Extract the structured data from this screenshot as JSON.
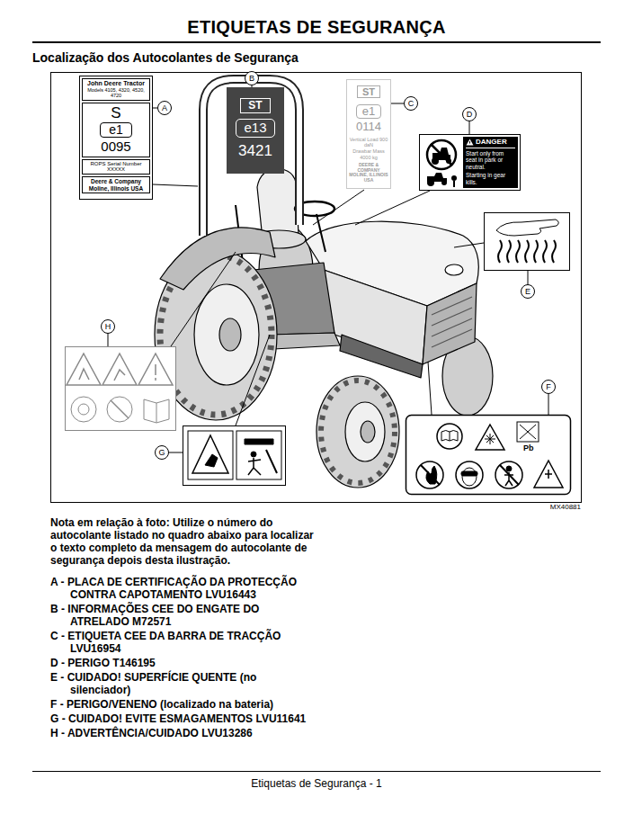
{
  "diagram": {
    "title": "ETIQUETAS DE SEGURANÇA",
    "nodes": [
      {
        "text": [
          "A"
        ]
      },
      {
        "text": [
          "John Deere Tractor",
          "Models 4105, 4320, 4520, 4720",
          "S",
          "e1",
          "0095",
          "ROPS Serial Number XXXXX",
          "Deere & Company Moline, Illinois USA"
        ]
      },
      {
        "text": [
          "B"
        ]
      },
      {
        "text": [
          "ST",
          "e13",
          "3421"
        ]
      },
      {
        "text": [
          "ST",
          "e1",
          "0114",
          "Vertical Load 900 daN",
          "Drawbar Mass 4000 kg",
          "DEERE & COMPANY MOLINE, ILLINOIS USA"
        ]
      },
      {
        "text": [
          "C"
        ]
      },
      {
        "text": [
          "D"
        ]
      },
      {
        "text": [
          "DANGER",
          "Start only from seat in park or neutral.",
          "Starting in gear kills."
        ]
      },
      {
        "text": [
          "E"
        ]
      },
      {
        "text": [
          "H"
        ]
      },
      {
        "text": [
          "F"
        ]
      },
      {
        "text": [
          "G"
        ]
      }
    ],
    "edges": [
      {
        "from": 0,
        "to": 1,
        "arrow": "none"
      },
      {
        "from": 2,
        "to": 3,
        "arrow": "none"
      },
      {
        "from": 5,
        "to": 4,
        "arrow": "none"
      },
      {
        "from": 6,
        "to": 7,
        "arrow": "none"
      }
    ],
    "labels": [
      "Localização dos Autocolantes de Segurança",
      "Pb",
      "MX40881",
      "Nota em relação à foto: Utilize o número do autocolante listado no quadro abaixo para localizar o texto completo da mensagem do autocolante de segurança depois desta ilustração.",
      "A - PLACA DE CERTIFICAÇÃO DA PROTECÇÃO CONTRA CAPOTAMENTO LVU16443",
      "B - INFORMAÇÕES CEE DO ENGATE DO ATRELADO M72571",
      "C - ETIQUETA CEE DA BARRA DE TRACÇÃO LVU16954",
      "D - PERIGO T146195",
      "E - CUIDADO! SUPERFÍCIE QUENTE (no silenciador)",
      "F - PERIGO/VENENO (localizado na bateria)",
      "G - CUIDADO! EVITE ESMAGAMENTOS LVU11641",
      "H - ADVERTÊNCIA/CUIDADO LVU13286",
      "Etiquetas de Segurança - 1"
    ]
  }
}
